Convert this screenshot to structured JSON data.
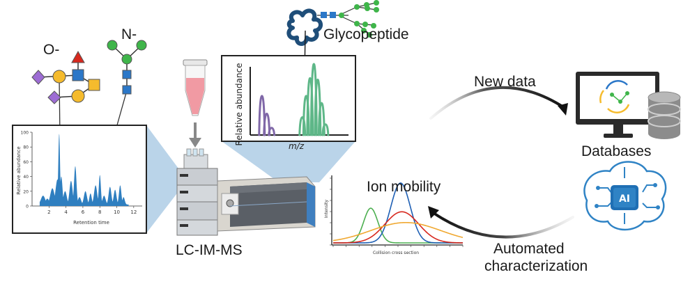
{
  "labels": {
    "o_glycan": "O-",
    "n_glycan": "N-",
    "glycopeptide": "Glycopeptide",
    "lc_im_ms": "LC-IM-MS",
    "new_data": "New data",
    "databases": "Databases",
    "ion_mobility": "Ion mobility",
    "automated_line1": "Automated",
    "automated_line2": "characterization",
    "ai_chip": "AI"
  },
  "chromatogram": {
    "xlabel": "Retention time",
    "ylabel": "Relative abundance",
    "xticks": [
      "2",
      "4",
      "6",
      "8",
      "10",
      "12"
    ],
    "yticks": [
      "0",
      "20",
      "40",
      "60",
      "80",
      "100"
    ],
    "xlim": [
      0,
      13
    ],
    "ylim": [
      0,
      100
    ],
    "peaks": [
      {
        "x": 1.3,
        "h": 12,
        "w": 0.25
      },
      {
        "x": 1.8,
        "h": 8,
        "w": 0.2
      },
      {
        "x": 2.4,
        "h": 22,
        "w": 0.25
      },
      {
        "x": 3.0,
        "h": 34,
        "w": 0.22
      },
      {
        "x": 3.2,
        "h": 96,
        "w": 0.1
      },
      {
        "x": 3.45,
        "h": 38,
        "w": 0.14
      },
      {
        "x": 3.9,
        "h": 18,
        "w": 0.2
      },
      {
        "x": 4.6,
        "h": 32,
        "w": 0.18
      },
      {
        "x": 5.1,
        "h": 52,
        "w": 0.14
      },
      {
        "x": 5.6,
        "h": 10,
        "w": 0.18
      },
      {
        "x": 6.3,
        "h": 18,
        "w": 0.18
      },
      {
        "x": 6.9,
        "h": 15,
        "w": 0.14
      },
      {
        "x": 7.5,
        "h": 26,
        "w": 0.18
      },
      {
        "x": 8.0,
        "h": 40,
        "w": 0.12
      },
      {
        "x": 8.5,
        "h": 12,
        "w": 0.18
      },
      {
        "x": 9.2,
        "h": 24,
        "w": 0.16
      },
      {
        "x": 9.8,
        "h": 20,
        "w": 0.16
      },
      {
        "x": 10.4,
        "h": 26,
        "w": 0.14
      },
      {
        "x": 10.8,
        "h": 10,
        "w": 0.14
      }
    ],
    "color": "#2f7fc0"
  },
  "mass_spectrum": {
    "xlabel": "m/z",
    "ylabel": "Relative abundance",
    "groups": [
      {
        "color": "#8068a8",
        "peaks": [
          {
            "x": 0.1,
            "h": 0.55
          },
          {
            "x": 0.15,
            "h": 0.3
          },
          {
            "x": 0.2,
            "h": 0.1
          }
        ]
      },
      {
        "color": "#5eb788",
        "peaks": [
          {
            "x": 0.52,
            "h": 0.25
          },
          {
            "x": 0.56,
            "h": 0.55
          },
          {
            "x": 0.6,
            "h": 0.8
          },
          {
            "x": 0.64,
            "h": 1.0
          },
          {
            "x": 0.68,
            "h": 0.78
          },
          {
            "x": 0.72,
            "h": 0.45
          },
          {
            "x": 0.76,
            "h": 0.15
          }
        ]
      }
    ]
  },
  "ccs_plot": {
    "xlabel": "Collision cross section",
    "ylabel": "Intensity",
    "curves": [
      {
        "color": "#4caf50",
        "mu": 0.29,
        "sigma": 0.055,
        "amp": 0.58
      },
      {
        "color": "#1e5fb4",
        "mu": 0.52,
        "sigma": 0.075,
        "amp": 1.0
      },
      {
        "color": "#d7281e",
        "mu": 0.53,
        "sigma": 0.13,
        "amp": 0.52
      },
      {
        "color": "#f0a830",
        "mu": 0.56,
        "sigma": 0.27,
        "amp": 0.34
      }
    ]
  },
  "colors": {
    "glycan_purple": "#9d6cd4",
    "glycan_yellow": "#f5bb2d",
    "glycan_blue": "#2b77c8",
    "glycan_red": "#d7281e",
    "glycan_green": "#3fb54a",
    "peptide": "#1f4e79",
    "tube_fill": "#f19aa3"
  }
}
